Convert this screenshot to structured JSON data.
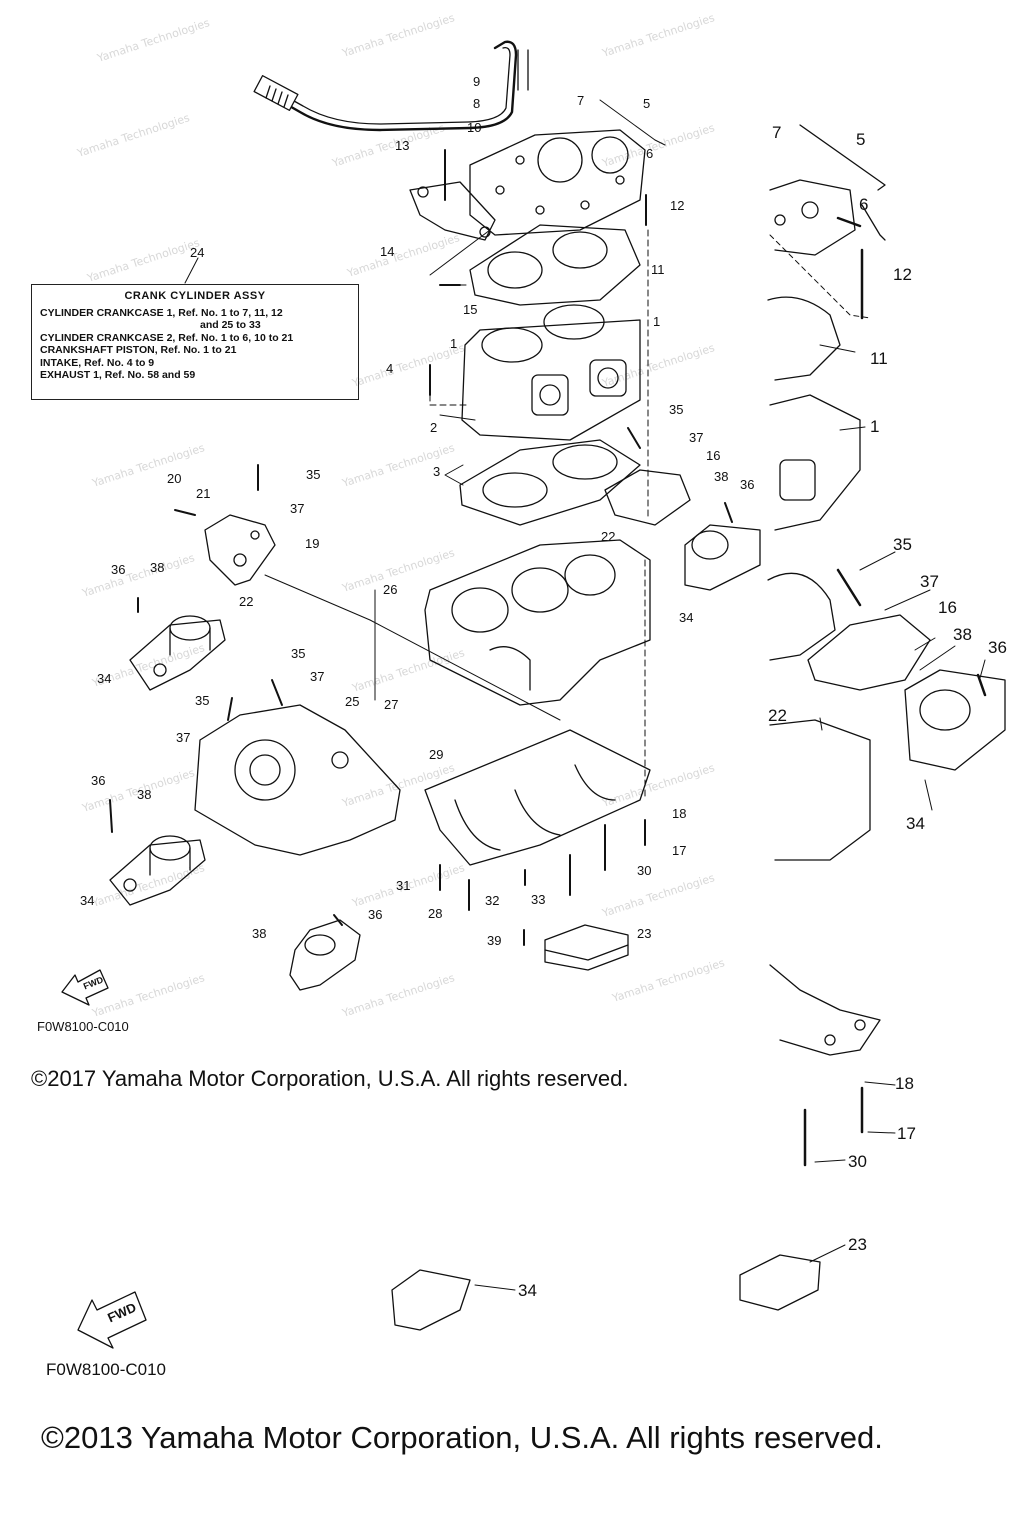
{
  "watermark": "Yamaha Technologies",
  "legend": {
    "title": "CRANK CYLINDER ASSY",
    "lines": [
      "CYLINDER CRANKCASE 1,  Ref. No. 1 to 7, 11, 12",
      "and 25 to 33",
      "CYLINDER CRANKCASE 2,  Ref. No. 1 to 6, 10 to 21",
      "CRANKSHAFT PISTON,  Ref. No. 1 to 21",
      "INTAKE,        Ref. No. 4 to 9",
      "EXHAUST 1, Ref. No. 58 and 59"
    ],
    "number": "24"
  },
  "parts_left": [
    "1",
    "1",
    "2",
    "3",
    "4",
    "5",
    "6",
    "7",
    "8",
    "9",
    "10",
    "11",
    "12",
    "13",
    "14",
    "15",
    "16",
    "17",
    "18",
    "19",
    "20",
    "21",
    "22",
    "22",
    "23",
    "25",
    "26",
    "27",
    "28",
    "29",
    "30",
    "31",
    "32",
    "33",
    "34",
    "34",
    "34",
    "35",
    "35",
    "35",
    "35",
    "36",
    "36",
    "36",
    "36",
    "37",
    "37",
    "37",
    "37",
    "38",
    "38",
    "38",
    "38",
    "39"
  ],
  "parts_right": [
    "7",
    "5",
    "6",
    "12",
    "11",
    "1",
    "35",
    "37",
    "16",
    "38",
    "36",
    "22",
    "34",
    "18",
    "17",
    "30",
    "23",
    "34"
  ],
  "fwd_label": "FWD",
  "diagram_code_small": "F0W8100-C010",
  "diagram_code_large": "F0W8100-C010",
  "copyright_small": "©2017 Yamaha Motor Corporation, U.S.A. All rights reserved.",
  "copyright_large": "©2013 Yamaha Motor Corporation, U.S.A. All rights reserved."
}
